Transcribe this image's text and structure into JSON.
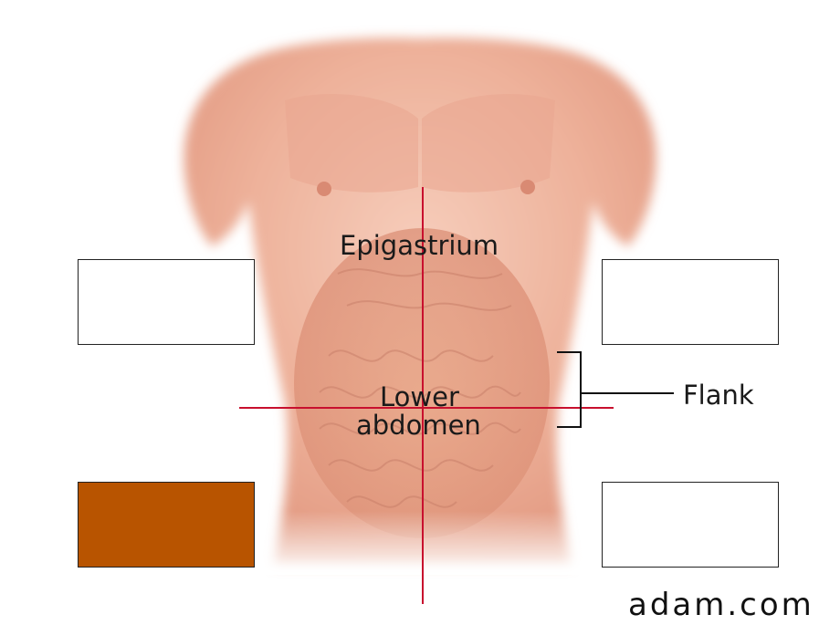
{
  "labels": {
    "epigastrium": "Epigastrium",
    "lower_abdomen_line1": "Lower",
    "lower_abdomen_line2": "abdomen",
    "flank": "Flank"
  },
  "watermark": "adam.com",
  "colors": {
    "filled_box": "#b85400",
    "empty_box": "#ffffff",
    "crosshair": "#c8102e",
    "skin": "#f0b9a2"
  },
  "boxes": [
    {
      "position": "top-left",
      "filled": false
    },
    {
      "position": "top-right",
      "filled": false
    },
    {
      "position": "bottom-left",
      "filled": true
    },
    {
      "position": "bottom-right",
      "filled": false
    }
  ]
}
